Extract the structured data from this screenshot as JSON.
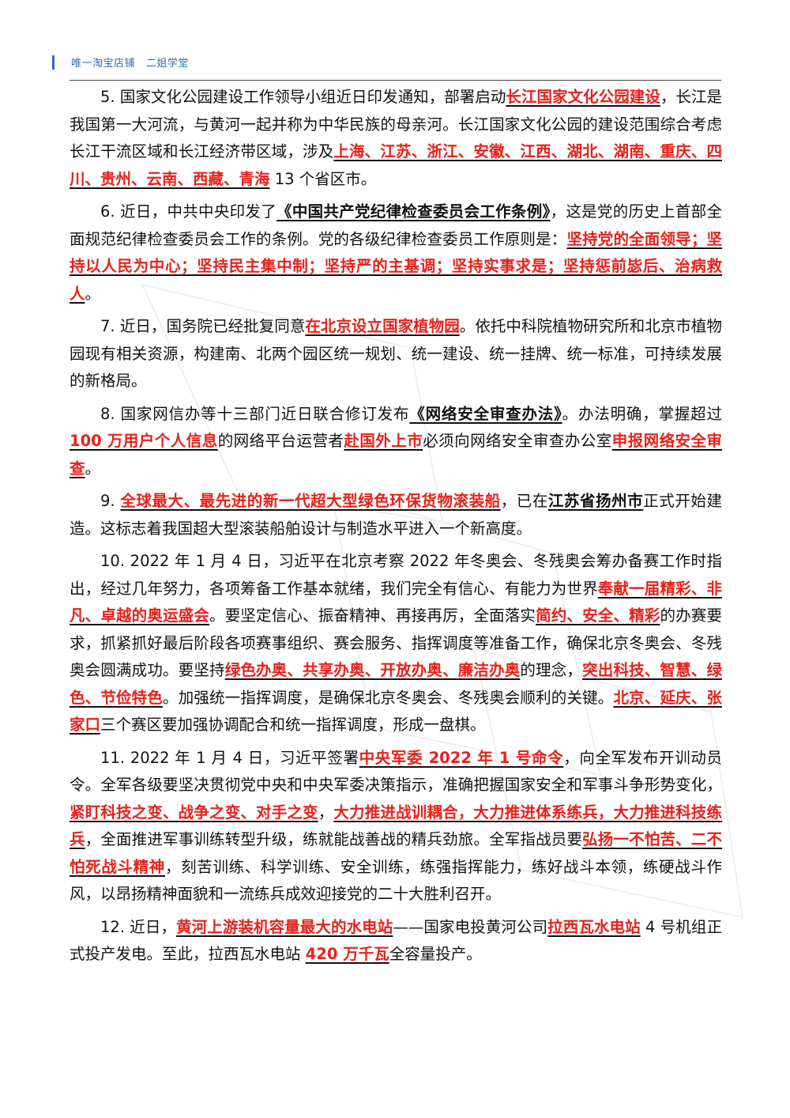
{
  "header": {
    "text": "唯一淘宝店铺   二姐学堂"
  },
  "colors": {
    "accent": "#2a6db5",
    "highlight": "#e8211a"
  },
  "paragraphs": [
    {
      "segments": [
        {
          "t": "5. 国家文化公园建设工作领导小组近日印发通知，部署启动",
          "s": "n"
        },
        {
          "t": "长江国家文化公园建设",
          "s": "r"
        },
        {
          "t": "，长江是我国第一大河流，与黄河一起并称为中华民族的母亲河。长江国家文化公园的建设范围综合考虑长江干流区域和长江经济带区域，涉及",
          "s": "n"
        },
        {
          "t": "上海、江苏、浙江、安徽、江西、湖北、湖南、重庆、四川、贵州、云南、西藏、青海",
          "s": "r"
        },
        {
          "t": " 13 个省区市。",
          "s": "n"
        }
      ]
    },
    {
      "segments": [
        {
          "t": "6. 近日，中共中央印发了",
          "s": "n"
        },
        {
          "t": "《中国共产党纪律检查委员会工作条例》",
          "s": "b"
        },
        {
          "t": "，这是党的历史上首部全面规范纪律检查委员会工作的条例。党的各级纪律检查委员工作原则是：",
          "s": "n"
        },
        {
          "t": "坚持党的全面领导；坚持以人民为中心；坚持民主集中制；坚持严的主基调；坚持实事求是；坚持惩前毖后、治病救人",
          "s": "r"
        },
        {
          "t": "。",
          "s": "n"
        }
      ]
    },
    {
      "segments": [
        {
          "t": "7. 近日，国务院已经批复同意",
          "s": "n"
        },
        {
          "t": "在北京设立国家植物园",
          "s": "r"
        },
        {
          "t": "。依托中科院植物研究所和北京市植物园现有相关资源，构建南、北两个园区统一规划、统一建设、统一挂牌、统一标准，可持续发展的新格局。",
          "s": "n"
        }
      ]
    },
    {
      "segments": [
        {
          "t": "8. 国家网信办等十三部门近日联合修订发布",
          "s": "n"
        },
        {
          "t": "《网络安全审查办法》",
          "s": "b"
        },
        {
          "t": "。办法明确，掌握超过 ",
          "s": "n"
        },
        {
          "t": "100 万用户个人信息",
          "s": "r"
        },
        {
          "t": "的网络平台运营者",
          "s": "n"
        },
        {
          "t": "赴国外上市",
          "s": "r"
        },
        {
          "t": "必须向网络安全审查办公室",
          "s": "n"
        },
        {
          "t": "申报网络安全审查",
          "s": "r"
        },
        {
          "t": "。",
          "s": "n"
        }
      ]
    },
    {
      "segments": [
        {
          "t": "9. ",
          "s": "n"
        },
        {
          "t": "全球最大、最先进的新一代超大型绿色环保货物滚装船",
          "s": "r"
        },
        {
          "t": "，已在",
          "s": "n"
        },
        {
          "t": "江苏省扬州市",
          "s": "b"
        },
        {
          "t": "正式开始建造。这标志着我国超大型滚装船舶设计与制造水平进入一个新高度。",
          "s": "n"
        }
      ]
    },
    {
      "segments": [
        {
          "t": "10. 2022 年 1 月 4 日，习近平在北京考察 2022 年冬奥会、冬残奥会筹办备赛工作时指出，经过几年努力，各项筹备工作基本就绪，我们完全有信心、有能力为世界",
          "s": "n"
        },
        {
          "t": "奉献一届精彩、非凡、卓越的奥运盛会",
          "s": "r"
        },
        {
          "t": "。要坚定信心、振奋精神、再接再厉，全面落实",
          "s": "n"
        },
        {
          "t": "简约、安全、精彩",
          "s": "r"
        },
        {
          "t": "的办赛要求，抓紧抓好最后阶段各项赛事组织、赛会服务、指挥调度等准备工作，确保北京冬奥会、冬残奥会圆满成功。要坚持",
          "s": "n"
        },
        {
          "t": "绿色办奥、共享办奥、开放办奥、廉洁办奥",
          "s": "r"
        },
        {
          "t": "的理念，",
          "s": "n"
        },
        {
          "t": "突出科技、智慧、绿色、节俭特色",
          "s": "r"
        },
        {
          "t": "。加强统一指挥调度，是确保北京冬奥会、冬残奥会顺利的关键。",
          "s": "n"
        },
        {
          "t": "北京、延庆、张家口",
          "s": "r"
        },
        {
          "t": "三个赛区要加强协调配合和统一指挥调度，形成一盘棋。",
          "s": "n"
        }
      ]
    },
    {
      "segments": [
        {
          "t": "11. 2022 年 1 月 4 日，习近平签署",
          "s": "n"
        },
        {
          "t": "中央军委 2022 年 1 号命令",
          "s": "r"
        },
        {
          "t": "，向全军发布开训动员令。全军各级要坚决贯彻党中央和中央军委决策指示，准确把握国家安全和军事斗争形势变化，",
          "s": "n"
        },
        {
          "t": "紧盯科技之变、战争之变、对手之变",
          "s": "r"
        },
        {
          "t": "，",
          "s": "n"
        },
        {
          "t": "大力推进战训耦合，大力推进体系练兵，大力推进科技练兵",
          "s": "r"
        },
        {
          "t": "，全面推进军事训练转型升级，练就能战善战的精兵劲旅。全军指战员要",
          "s": "n"
        },
        {
          "t": "弘扬一不怕苦、二不怕死战斗精神",
          "s": "r"
        },
        {
          "t": "，刻苦训练、科学训练、安全训练，练强指挥能力，练好战斗本领，练硬战斗作风，以昂扬精神面貌和一流练兵成效迎接党的二十大胜利召开。",
          "s": "n"
        }
      ]
    },
    {
      "segments": [
        {
          "t": "12. 近日，",
          "s": "n"
        },
        {
          "t": "黄河上游装机容量最大的水电站",
          "s": "r"
        },
        {
          "t": "——国家电投黄河公司",
          "s": "n"
        },
        {
          "t": "拉西瓦水电站",
          "s": "r"
        },
        {
          "t": " 4 号机组正式投产发电。至此，拉西瓦水电站 ",
          "s": "n"
        },
        {
          "t": "420 万千瓦",
          "s": "r"
        },
        {
          "t": "全容量投产。",
          "s": "n"
        }
      ]
    }
  ]
}
